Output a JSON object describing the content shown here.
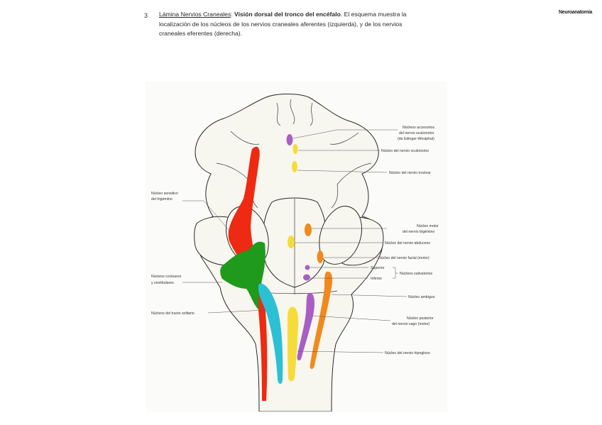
{
  "page_number": "3",
  "corner_mark": "Neuroanatomía",
  "caption": {
    "link_text": "Lámina Nervios Craneales",
    "bold_text": "Visión dorsal del tronco del encéfalo",
    "body_text": ". El esquema muestra la localización de los núcleos de los nervios craneales aferentes (izquierda), y de los nervios craneales eferentes (derecha)."
  },
  "labels_left": {
    "trigemino_sensitivo_1": "Núcleo sensitivo",
    "trigemino_sensitivo_2": "del trigémino",
    "cocleares_1": "Núcleos cocleares",
    "cocleares_2": "y vestibulares",
    "tracto_solitario": "Núcleos del tracto solitario"
  },
  "labels_right": {
    "accesorios_1": "Núcleos accesorios",
    "accesorios_2": "del nervio oculomotor",
    "accesorios_3": "(de Edinger-Westphal)",
    "oculomotor": "Núcleo del nervio oculomotor",
    "troclear": "Núcleo del nervio troclear",
    "motor_trigemino_1": "Núcleo motor",
    "motor_trigemino_2": "del nervio trigémino",
    "abducens": "Núcleo del nervio abducens",
    "facial": "Núcleo del nervio facial (motor)",
    "superior": "Superior",
    "inferior": "Inferior",
    "salivatorios": "Núcleos salivatorios",
    "ambiguo": "Núcleo ambiguo",
    "vago_1": "Núcleo posterior",
    "vago_2": "del nervio vago (motor)",
    "hipogloso": "Núcleo del nervio hipogloso"
  },
  "colors": {
    "red": "#ee2a12",
    "green": "#1f9a1c",
    "cyan": "#2cc0d4",
    "yellow": "#f6dc3a",
    "purple": "#a85fc4",
    "orange": "#f08a1e"
  }
}
